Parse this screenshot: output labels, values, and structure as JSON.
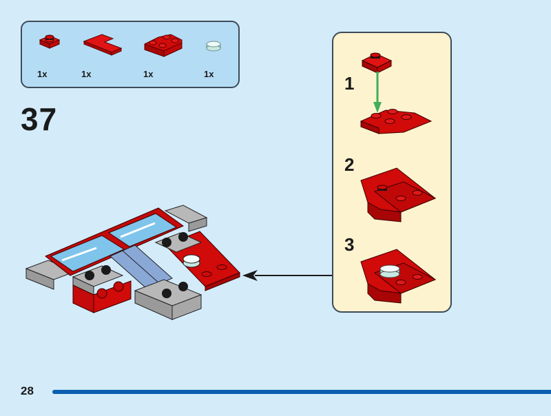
{
  "page": {
    "step_number": "37",
    "page_number": "28",
    "accent_color": "#0b5fb0",
    "background_color": "#d4ebfa"
  },
  "parts_list": [
    {
      "name": "red-plate-1x1",
      "color": "#d10a0a",
      "quantity": "1x"
    },
    {
      "name": "red-corner-plate-2x2",
      "color": "#d10a0a",
      "quantity": "1x"
    },
    {
      "name": "red-inverted-slope-2x2",
      "color": "#d10a0a",
      "quantity": "1x"
    },
    {
      "name": "trans-clear-round-tile-1x1",
      "color": "#d9f2ee",
      "quantity": "1x"
    }
  ],
  "sub_assembly": {
    "steps": [
      {
        "number": "1",
        "action": "attach red 1x1 plate onto inverted slope"
      },
      {
        "number": "2",
        "action": "add red corner plate"
      },
      {
        "number": "3",
        "action": "add clear round tile"
      }
    ],
    "arrow_color": "#3fae5a"
  },
  "callout": {
    "arrow": "left-arrow"
  }
}
